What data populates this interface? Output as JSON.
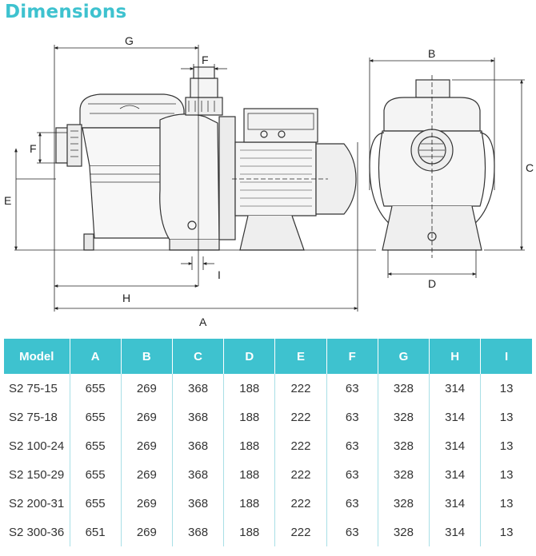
{
  "title": "Dimensions",
  "labels": {
    "A": "A",
    "B": "B",
    "C": "C",
    "D": "D",
    "E": "E",
    "F1": "F",
    "F2": "F",
    "G": "G",
    "H": "H",
    "I": "I"
  },
  "table": {
    "headers": [
      "Model",
      "A",
      "B",
      "C",
      "D",
      "E",
      "F",
      "G",
      "H",
      "I"
    ],
    "rows": [
      [
        "S2 75-15",
        "655",
        "269",
        "368",
        "188",
        "222",
        "63",
        "328",
        "314",
        "13"
      ],
      [
        "S2 75-18",
        "655",
        "269",
        "368",
        "188",
        "222",
        "63",
        "328",
        "314",
        "13"
      ],
      [
        "S2 100-24",
        "655",
        "269",
        "368",
        "188",
        "222",
        "63",
        "328",
        "314",
        "13"
      ],
      [
        "S2 150-29",
        "655",
        "269",
        "368",
        "188",
        "222",
        "63",
        "328",
        "314",
        "13"
      ],
      [
        "S2 200-31",
        "655",
        "269",
        "368",
        "188",
        "222",
        "63",
        "328",
        "314",
        "13"
      ],
      [
        "S2 300-36",
        "651",
        "269",
        "368",
        "188",
        "222",
        "63",
        "328",
        "314",
        "13"
      ]
    ]
  },
  "colors": {
    "accent": "#3ec2cf",
    "line": "#222222",
    "divider": "#a8dfe6"
  }
}
